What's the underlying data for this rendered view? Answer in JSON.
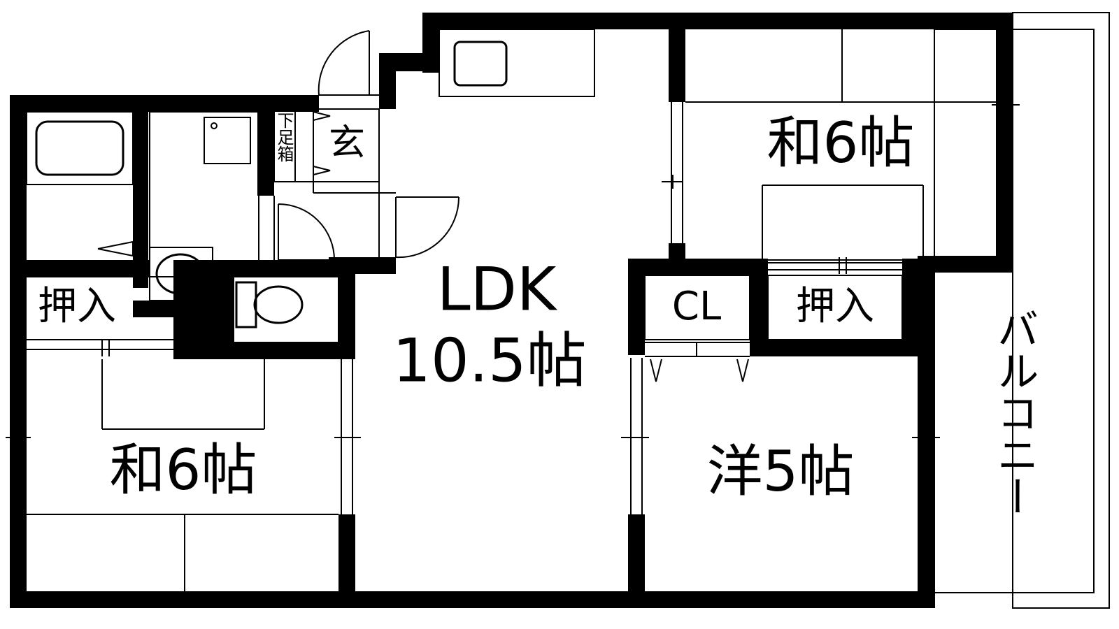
{
  "rooms": {
    "washitsu_ne": "和6帖",
    "washitsu_sw": "和6帖",
    "ldk_line1": "LDK",
    "ldk_line2": "10.5帖",
    "yoshitsu": "洋5帖",
    "genkan": "玄",
    "getabako": "下足箱",
    "closet": "CL",
    "oshiire_left": "押入",
    "oshiire_right": "押入",
    "balcony": "バルコニー"
  },
  "colors": {
    "wall": "#000000",
    "line": "#000000",
    "background": "#ffffff"
  }
}
